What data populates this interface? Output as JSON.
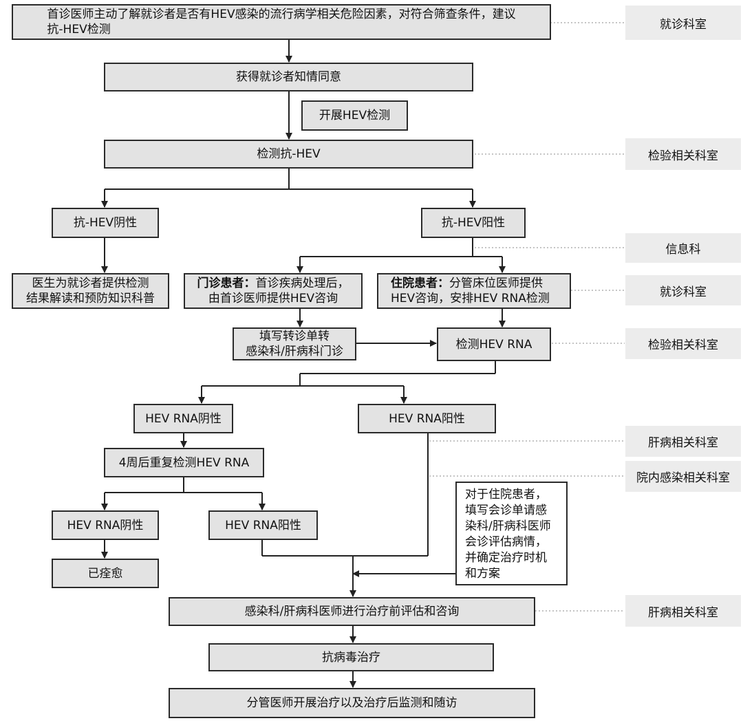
{
  "nodes": {
    "n1_line1": "首诊医师主动了解就诊者是否有HEV感染的流行病学相关危险因素，对符合筛查条件，建议",
    "n1_line2": "抗-HEV检测",
    "n2": "获得就诊者知情同意",
    "n_side": "开展HEV检测",
    "n3": "检测抗-HEV",
    "neg": "抗-HEV阴性",
    "pos": "抗-HEV阳性",
    "neg_result_line1": "医生为就诊者提供检测",
    "neg_result_line2": "结果解读和预防知识科普",
    "outpatient_bold": "门诊患者：",
    "outpatient_line1": "首诊疾病处理后，",
    "outpatient_line2": "由首诊医师提供HEV咨询",
    "inpatient_bold": "住院患者：",
    "inpatient_line1": "分管床位医师提供",
    "inpatient_line2": "HEV咨询，安排HEV RNA检测",
    "referral_line1": "填写转诊单转",
    "referral_line2": "感染科/肝病科门诊",
    "rna_test": "检测HEV RNA",
    "rna_neg": "HEV RNA阴性",
    "rna_pos": "HEV RNA阳性",
    "retest": "4周后重复检测HEV RNA",
    "rna_neg2": "HEV RNA阴性",
    "rna_pos2": "HEV RNA阳性",
    "cured": "已痊愈",
    "pretreat": "感染科/肝病科医师进行治疗前评估和咨询",
    "antiviral": "抗病毒治疗",
    "followup": "分管医师开展治疗以及治疗后监测和随访"
  },
  "note_lines": [
    "对于住院患者，",
    "填写会诊单请感",
    "染科/肝病科医师",
    "会诊评估病情，",
    "并确定治疗时机",
    "和方案"
  ],
  "departments": {
    "d1": "就诊科室",
    "d2": "检验相关科室",
    "d3": "信息科",
    "d4": "就诊科室",
    "d5": "检验相关科室",
    "d6": "肝病相关科室",
    "d7": "院内感染相关科室",
    "d8": "肝病相关科室"
  },
  "colors": {
    "box_fill": "#e3e3e3",
    "dept_fill": "#ececec",
    "line": "#222222",
    "dotted": "#b0b0b0"
  }
}
